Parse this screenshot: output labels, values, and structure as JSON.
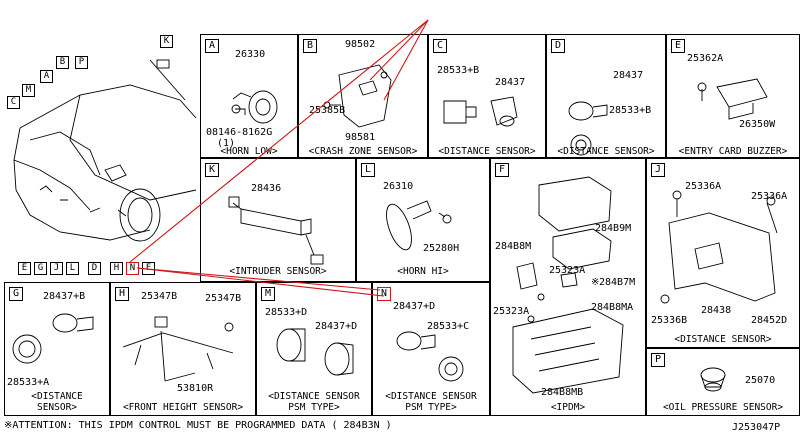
{
  "car_tags": [
    "K",
    "A",
    "B",
    "P",
    "C",
    "M",
    "E",
    "G",
    "J",
    "L",
    "D",
    "H",
    "N",
    "F"
  ],
  "panels": {
    "A": {
      "letter": "A",
      "parts": [
        "26330",
        "08146-8162G",
        "(1)"
      ],
      "caption": "<HORN LOW>"
    },
    "B": {
      "letter": "B",
      "parts": [
        "98502",
        "25385B",
        "98581"
      ],
      "caption": "<CRASH ZONE SENSOR>"
    },
    "C": {
      "letter": "C",
      "parts": [
        "28533+B",
        "28437"
      ],
      "caption": "<DISTANCE SENSOR>"
    },
    "D": {
      "letter": "D",
      "parts": [
        "28437",
        "28533+B"
      ],
      "caption": "<DISTANCE SENSOR>"
    },
    "E": {
      "letter": "E",
      "parts": [
        "25362A",
        "26350W"
      ],
      "caption": "<ENTRY CARD BUZZER>"
    },
    "K": {
      "letter": "K",
      "parts": [
        "28436"
      ],
      "caption": "<INTRUDER SENSOR>"
    },
    "L": {
      "letter": "L",
      "parts": [
        "26310",
        "25280H"
      ],
      "caption": "<HORN HI>"
    },
    "F": {
      "letter": "F",
      "parts": [
        "284B9M",
        "284B8M",
        "284B7M",
        "25323A",
        "25323A",
        "284B8MA",
        "284B8MB"
      ],
      "star": "※",
      "caption": "<IPDM>"
    },
    "J": {
      "letter": "J",
      "parts": [
        "25336A",
        "25336A",
        "25336B",
        "28438",
        "28452D"
      ],
      "caption": "<DISTANCE SENSOR>"
    },
    "G": {
      "letter": "G",
      "parts": [
        "28437+B",
        "28533+A"
      ],
      "caption1": "<DISTANCE",
      "caption2": "SENSOR>"
    },
    "H": {
      "letter": "H",
      "parts": [
        "25347B",
        "25347B",
        "53810R"
      ],
      "caption": "<FRONT HEIGHT SENSOR>"
    },
    "M": {
      "letter": "M",
      "parts": [
        "28533+D",
        "28437+D"
      ],
      "caption1": "<DISTANCE SENSOR",
      "caption2": "PSM TYPE>"
    },
    "N": {
      "letter": "N",
      "parts": [
        "28437+D",
        "28533+C"
      ],
      "caption1": "<DISTANCE SENSOR",
      "caption2": "PSM TYPE>"
    },
    "P": {
      "letter": "P",
      "parts": [
        "25070"
      ],
      "caption": "<OIL PRESSURE SENSOR>"
    }
  },
  "footer": {
    "attention": "※ATTENTION: THIS IPDM CONTROL MUST BE PROGRAMMED DATA ( 284B3N )",
    "code": "J253047P"
  },
  "colors": {
    "line": "#000000",
    "callout": "#d0161b",
    "background": "#ffffff"
  }
}
